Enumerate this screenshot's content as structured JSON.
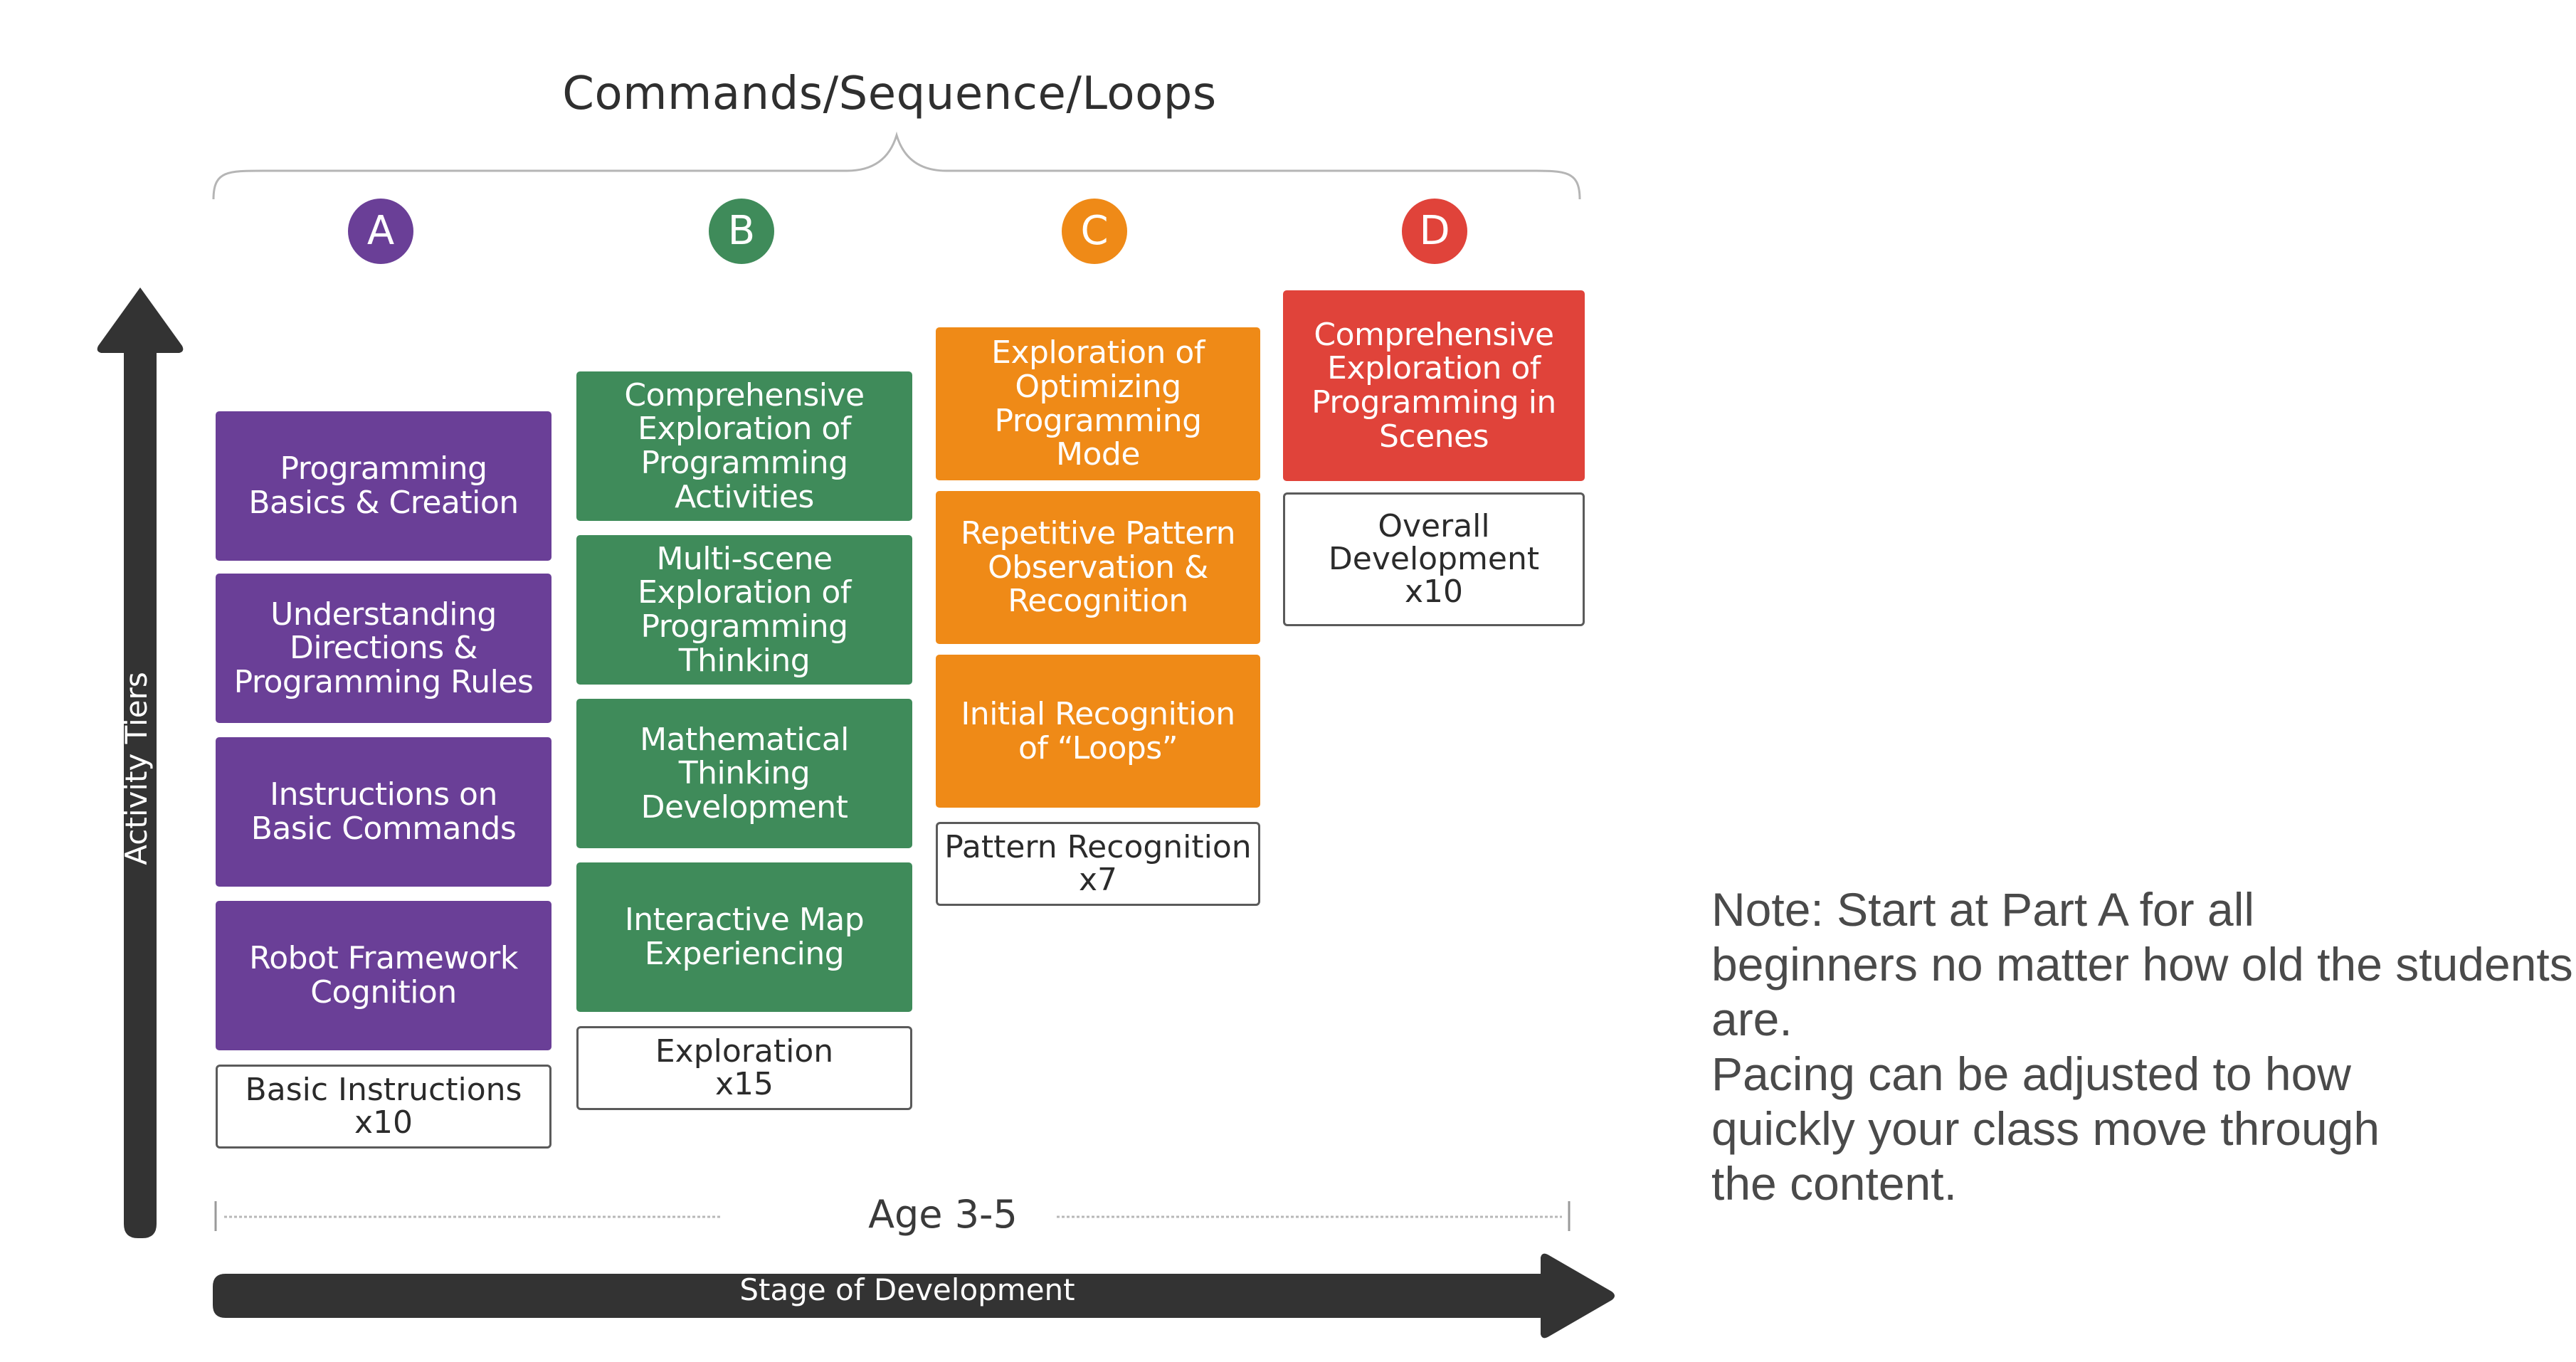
{
  "title": "Commands/Sequence/Loops",
  "colors": {
    "purple": "#6a3f97",
    "green": "#3f8b5a",
    "orange": "#ef8a17",
    "red": "#e0433a",
    "arrow": "#333333"
  },
  "columns": [
    {
      "badge": "A",
      "boxes": [
        "Programming Basics & Creation",
        "Understanding Directions & Programming Rules",
        "Instructions on Basic Commands",
        "Robot Framework Cognition"
      ],
      "summary": {
        "label": "Basic Instructions",
        "count": "x10"
      }
    },
    {
      "badge": "B",
      "boxes": [
        "Comprehensive Exploration of Programming Activities",
        "Multi-scene Exploration of Programming Thinking",
        "Mathematical Thinking Development",
        "Interactive Map Experiencing"
      ],
      "summary": {
        "label": "Exploration",
        "count": "x15"
      }
    },
    {
      "badge": "C",
      "boxes": [
        "Exploration of Optimizing Programming Mode",
        "Repetitive Pattern Observation & Recognition",
        "Initial Recognition of “Loops”"
      ],
      "summary": {
        "label": "Pattern Recognition",
        "count": "x7"
      }
    },
    {
      "badge": "D",
      "boxes": [
        "Comprehensive Exploration of Programming in Scenes"
      ],
      "summary": {
        "label": "Overall Development",
        "count": "x10"
      }
    }
  ],
  "y_axis_label": "Activity Tiers",
  "age_label": "Age 3-5",
  "x_axis_label": "Stage of Development",
  "note": [
    "Note: Start at Part A for all",
    "beginners no matter how old the students",
    "are.",
    "Pacing can be adjusted to how",
    "quickly your class move through",
    "the content."
  ]
}
